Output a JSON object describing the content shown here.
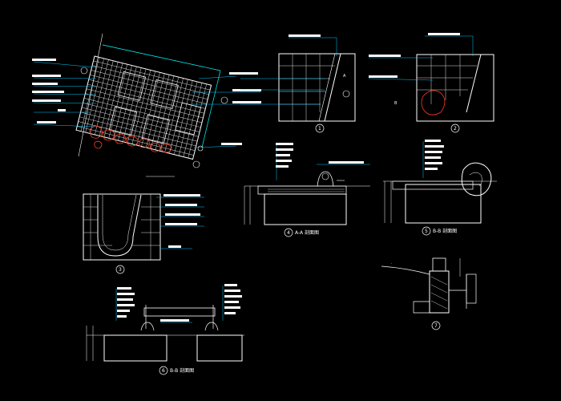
{
  "colors": {
    "background": "#000000",
    "linework": "#ffffff",
    "dimension": "#00ffff",
    "leader": "#00c8ff",
    "stone": "#ff3b1f",
    "labels": "#ffffff"
  },
  "plan": {
    "title": "",
    "dimensions": [
      "",
      "",
      "",
      ""
    ]
  },
  "details": {
    "d1": {
      "number": "1"
    },
    "d2": {
      "number": "2"
    },
    "d3": {
      "number": "3"
    },
    "d4": {
      "number": "4",
      "title": "A-A 剖面图"
    },
    "d5": {
      "number": "5",
      "title": "B-B 剖面图"
    },
    "d6": {
      "number": "6",
      "title": "B-B 剖面图"
    },
    "d7": {
      "number": "7"
    }
  },
  "labels": {
    "section_a": "A",
    "section_b": "B"
  }
}
